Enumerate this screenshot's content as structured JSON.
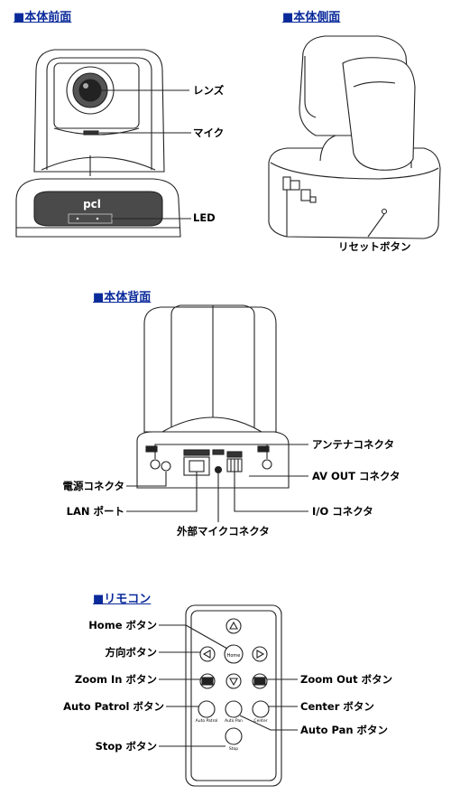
{
  "headers": {
    "front": "■本体前面",
    "side": "■本体側面",
    "back": "■本体背面",
    "remote": "■リモコン"
  },
  "front_labels": {
    "lens": "レンズ",
    "mic": "マイク",
    "led": "LED"
  },
  "front_logo": "pcl",
  "side_labels": {
    "reset": "リセットボタン"
  },
  "back_labels": {
    "antenna": "アンテナコネクタ",
    "av_out": "AV OUT コネクタ",
    "power": "電源コネクタ",
    "lan": "LAN ポート",
    "io": "I/O コネクタ",
    "ext_mic": "外部マイクコネクタ"
  },
  "remote_labels": {
    "home": "Home ボタン",
    "direction": "方向ボタン",
    "zoom_in": "Zoom In ボタン",
    "zoom_out": "Zoom Out ボタン",
    "auto_patrol": "Auto Patrol ボタン",
    "center": "Center ボタン",
    "auto_pan": "Auto Pan ボタン",
    "stop": "Stop ボタン"
  },
  "remote_button_text": {
    "home": "Home",
    "auto_patrol": "Auto Patrol",
    "auto_pan": "Auto Pan",
    "center": "Center",
    "stop": "Stop"
  }
}
